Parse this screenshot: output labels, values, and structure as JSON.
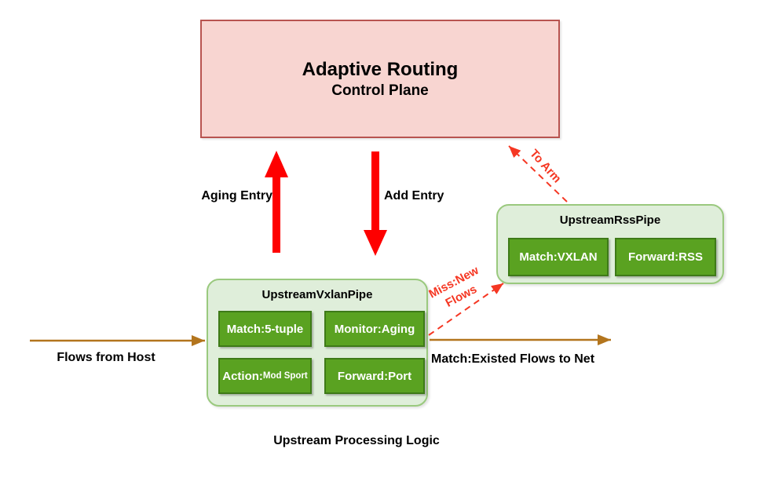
{
  "control_plane": {
    "title": "Adaptive Routing",
    "subtitle": "Control Plane"
  },
  "labels": {
    "aging_entry": "Aging Entry",
    "add_entry": "Add Entry",
    "to_arm": "To Arm",
    "miss_line1": "Miss:New",
    "miss_line2": "Flows",
    "flows_from_host": "Flows from Host",
    "match_existed": "Match:Existed Flows to Net",
    "caption": "Upstream Processing Logic"
  },
  "vxlan_pipe": {
    "title": "UpstreamVxlanPipe",
    "cells": [
      {
        "label": "Match:5-tuple"
      },
      {
        "label": "Monitor:Aging"
      },
      {
        "label": "Action:",
        "sub": "Mod Sport"
      },
      {
        "label": "Forward:Port"
      }
    ]
  },
  "rss_pipe": {
    "title": "UpstreamRssPipe",
    "cells": [
      {
        "label": "Match:VXLAN"
      },
      {
        "label": "Forward:RSS"
      }
    ]
  },
  "colors": {
    "control_plane_fill": "#f8d5d1",
    "control_plane_border": "#b85450",
    "pipe_fill": "#dfeeda",
    "pipe_border": "#9ac97e",
    "cell_fill": "#5aa221",
    "cell_border": "#3e7a18",
    "arrow_red": "#fe0000",
    "dashed_red": "#f53723",
    "flow_line_brown": "#b3751d"
  }
}
